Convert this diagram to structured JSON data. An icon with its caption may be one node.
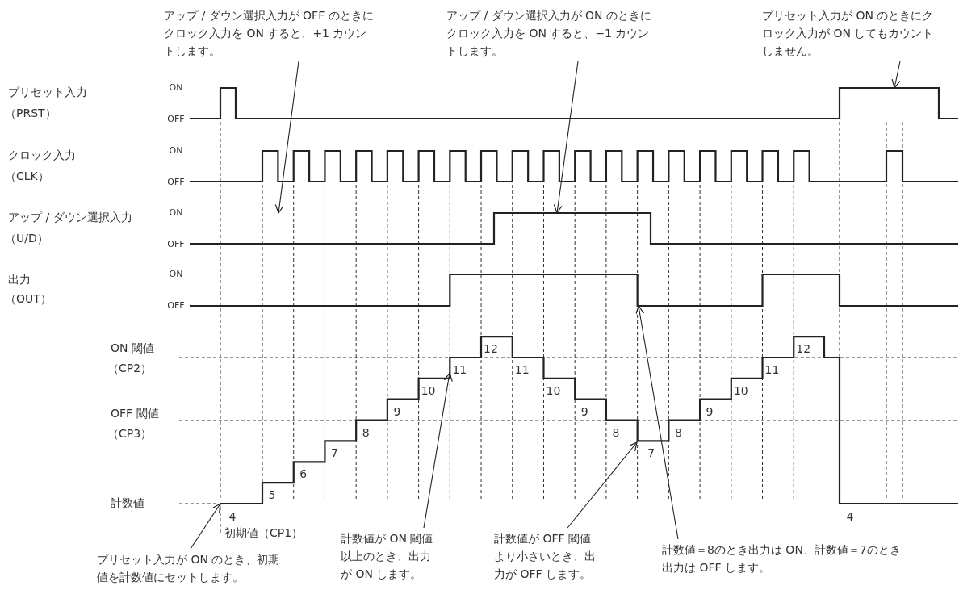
{
  "diagram": {
    "nodes": [
      {
        "text": [
          "アップ / ダウン選択入力が OFF のときにクロック入力を ON すると、+1 カウントします。"
        ]
      },
      {
        "text": [
          "アップ / ダウン選択入力が ON のときにクロック入力を ON すると、−1 カウントします。"
        ]
      },
      {
        "text": [
          "プリセット入力が ON のときにクロック入力が ON してもカウントしません。"
        ]
      },
      {
        "text": [
          "プリセット入力が ON のとき、初期値を計数値にセットします。"
        ]
      },
      {
        "text": [
          "計数値が ON 閾値以上のとき、出力が ON します。"
        ]
      },
      {
        "text": [
          "計数値が OFF 閾値より小さいとき、出力が OFF します。"
        ]
      },
      {
        "text": [
          "計数値＝8のとき出力は ON、計数値＝7のとき出力は OFF します。"
        ]
      },
      {
        "text": [],
        "shape": "line"
      },
      {
        "text": [],
        "shape": "line"
      },
      {
        "text": [],
        "shape": "line"
      },
      {
        "text": [],
        "shape": "line"
      },
      {
        "text": [],
        "shape": "line"
      }
    ],
    "edges": [
      {
        "from": 0,
        "to": 9,
        "arrow": "to"
      },
      {
        "from": 1,
        "to": 9,
        "arrow": "to"
      },
      {
        "from": 2,
        "to": 7,
        "arrow": "to"
      },
      {
        "from": 3,
        "to": 11,
        "arrow": "to"
      },
      {
        "from": 4,
        "to": 11,
        "arrow": "to"
      },
      {
        "from": 5,
        "to": 11,
        "arrow": "to"
      },
      {
        "from": 6,
        "to": 10,
        "arrow": "to"
      }
    ],
    "labels": [
      "プリセット入力",
      "（PRST）",
      "ON",
      "OFF",
      "クロック入力",
      "（CLK）",
      "ON",
      "OFF",
      "アップ / ダウン選択入力",
      "（U/D）",
      "ON",
      "OFF",
      "出力",
      "（OUT）",
      "ON",
      "OFF",
      "ON 閾値",
      "（CP2）",
      "OFF 閾値",
      "（CP3）",
      "計数値",
      "5",
      "6",
      "7",
      "8",
      "9",
      "10",
      "11",
      "12",
      "11",
      "10",
      "9",
      "8",
      "7",
      "8",
      "9",
      "10",
      "11",
      "12",
      "4",
      "初期値（CP1）",
      "4"
    ]
  }
}
